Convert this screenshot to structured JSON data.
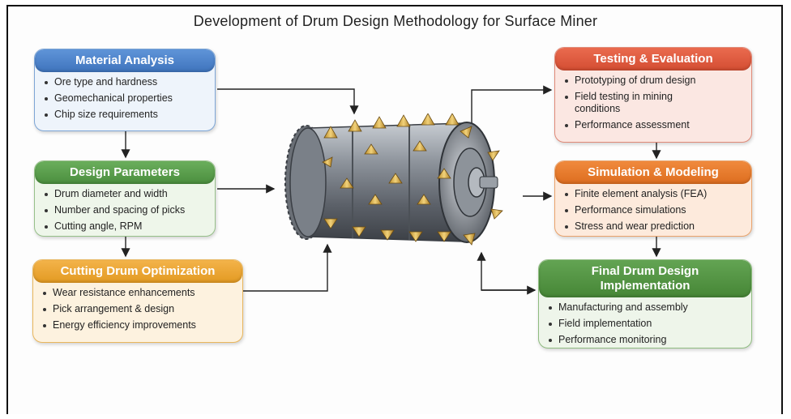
{
  "title": "Development of Drum Design Methodology for Surface Miner",
  "boxes": {
    "material": {
      "title": "Material Analysis",
      "items": [
        "Ore type and hardness",
        "Geomechanical properties",
        "Chip size requirements"
      ]
    },
    "design": {
      "title": "Design Parameters",
      "items": [
        "Drum diameter and width",
        "Number and spacing of picks",
        "Cutting angle, RPM"
      ]
    },
    "optimization": {
      "title": "Cutting Drum Optimization",
      "items": [
        "Wear resistance enhancements",
        "Pick arrangement & design",
        "Energy efficiency improvements"
      ]
    },
    "testing": {
      "title": "Testing & Evaluation",
      "items": [
        "Prototyping of drum design",
        "Field testing in mining conditions",
        "Performance assessment"
      ]
    },
    "simulation": {
      "title": "Simulation & Modeling",
      "items": [
        "Finite element analysis (FEA)",
        "Performance simulations",
        "Stress and wear prediction"
      ]
    },
    "final": {
      "title_line1": "Final Drum Design",
      "title_line2": "Implementation",
      "items": [
        "Manufacturing and assembly",
        "Field implementation",
        "Performance monitoring"
      ]
    }
  },
  "colors": {
    "blue": "#4a80c8",
    "green": "#559a47",
    "orange": "#eaa530",
    "red": "#dc5a3e",
    "dark_orange": "#e57a2c",
    "dark_green": "#4f9140"
  },
  "drum_icon": "surface-miner-cutting-drum"
}
